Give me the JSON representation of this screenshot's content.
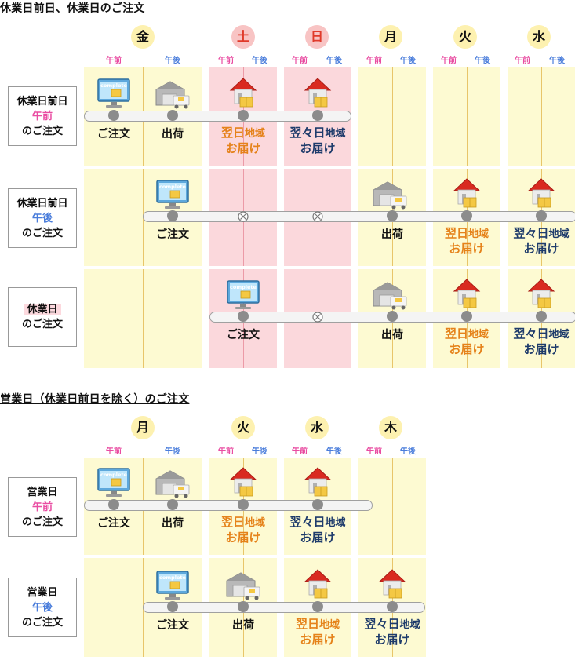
{
  "sections": [
    {
      "heading": "休業日前日、休業日のご注文",
      "days": [
        {
          "label": "金",
          "holiday": false
        },
        {
          "label": "土",
          "holiday": true
        },
        {
          "label": "日",
          "holiday": true
        },
        {
          "label": "月",
          "holiday": false
        },
        {
          "label": "火",
          "holiday": false
        },
        {
          "label": "水",
          "holiday": false
        }
      ],
      "half_labels": {
        "am": "午前",
        "pm": "午後"
      },
      "rows": [
        {
          "label_lines": [
            "休業日前日",
            "午前",
            "のご注文"
          ],
          "events": [
            "ご注文",
            "出荷",
            "翌日地域 お届け",
            "翌々日地域 お届け"
          ]
        },
        {
          "label_lines": [
            "休業日前日",
            "午後",
            "のご注文"
          ],
          "events": [
            "ご注文",
            "出荷",
            "翌日地域 お届け",
            "翌々日地域 お届け"
          ]
        },
        {
          "label_lines": [
            "休業日",
            "のご注文"
          ],
          "events": [
            "ご注文",
            "出荷",
            "翌日地域 お届け",
            "翌々日地域 お届け"
          ]
        }
      ]
    },
    {
      "heading": "営業日（休業日前日を除く）のご注文",
      "days": [
        {
          "label": "月",
          "holiday": false
        },
        {
          "label": "火",
          "holiday": false
        },
        {
          "label": "水",
          "holiday": false
        },
        {
          "label": "木",
          "holiday": false
        }
      ],
      "half_labels": {
        "am": "午前",
        "pm": "午後"
      },
      "rows": [
        {
          "label_lines": [
            "営業日",
            "午前",
            "のご注文"
          ],
          "events": [
            "ご注文",
            "出荷",
            "翌日地域 お届け",
            "翌々日地域 お届け"
          ]
        },
        {
          "label_lines": [
            "営業日",
            "午後",
            "のご注文"
          ],
          "events": [
            "ご注文",
            "出荷",
            "翌日地域 お届け",
            "翌々日地域 お届け"
          ]
        }
      ]
    }
  ],
  "text": {
    "order": "ご注文",
    "ship": "出荷",
    "next_day_region": "翌日",
    "day_after_next_region": "翌々日",
    "region": "地域",
    "deliver": "お届け",
    "complete": "complete"
  },
  "colors": {
    "yellow_cell": "#fdfad2",
    "pink_cell": "#fbd8dc",
    "am_text": "#e94da2",
    "pm_text": "#4a7ddb",
    "next_day_text": "#e5821a",
    "day_after_next_text": "#1e3b6b"
  },
  "icons": [
    "computer-complete-icon",
    "warehouse-truck-icon",
    "house-package-icon",
    "x-circle-icon"
  ]
}
